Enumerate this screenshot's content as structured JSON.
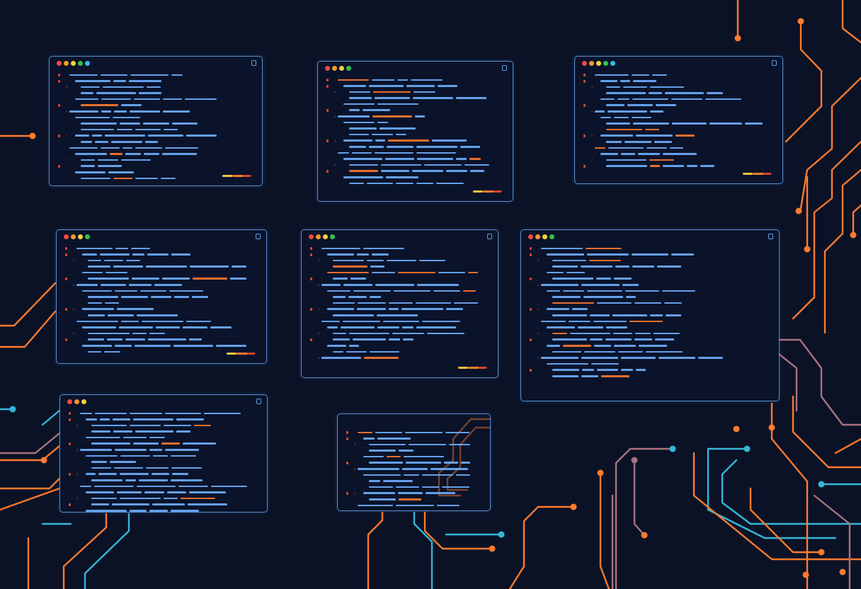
{
  "colors": {
    "background": "#0b1226",
    "window_border": "#5a8fd0",
    "code_text": "#6fb0ff",
    "line_marker": "#e0452f",
    "trace_orange": "#ff7a2e",
    "trace_cyan": "#36b6d8",
    "trace_mauve": "#a8737f",
    "dot_red": "#ef4b45",
    "dot_orange": "#f59a2a",
    "dot_yellow": "#f5d33a",
    "dot_green": "#35c24e",
    "dot_cyan": "#3bb7e6"
  },
  "icons": [
    "window-control-dots",
    "window-corner-icon",
    "progress-arrow-icon",
    "circuit-node-icon"
  ],
  "windows": [
    {
      "id": "editor-1",
      "dots": 5,
      "lines": 18
    },
    {
      "id": "editor-2",
      "dots": 4,
      "lines": 18
    },
    {
      "id": "editor-3",
      "dots": 5,
      "lines": 16
    },
    {
      "id": "editor-4",
      "dots": 4,
      "lines": 18
    },
    {
      "id": "editor-5",
      "dots": 4,
      "lines": 19
    },
    {
      "id": "editor-6",
      "dots": 4,
      "lines": 22
    },
    {
      "id": "editor-7",
      "dots": 3,
      "lines": 17
    },
    {
      "id": "editor-8",
      "dots": 0,
      "lines": 14
    }
  ]
}
